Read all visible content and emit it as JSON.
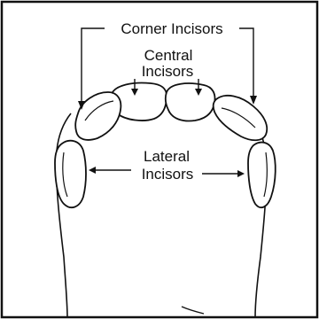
{
  "diagram": {
    "labels": {
      "corner": "Corner Incisors",
      "central_line1": "Central",
      "central_line2": "Incisors",
      "lateral_line1": "Lateral",
      "lateral_line2": "Incisors"
    },
    "colors": {
      "stroke": "#111111",
      "background": "#ffffff"
    }
  }
}
